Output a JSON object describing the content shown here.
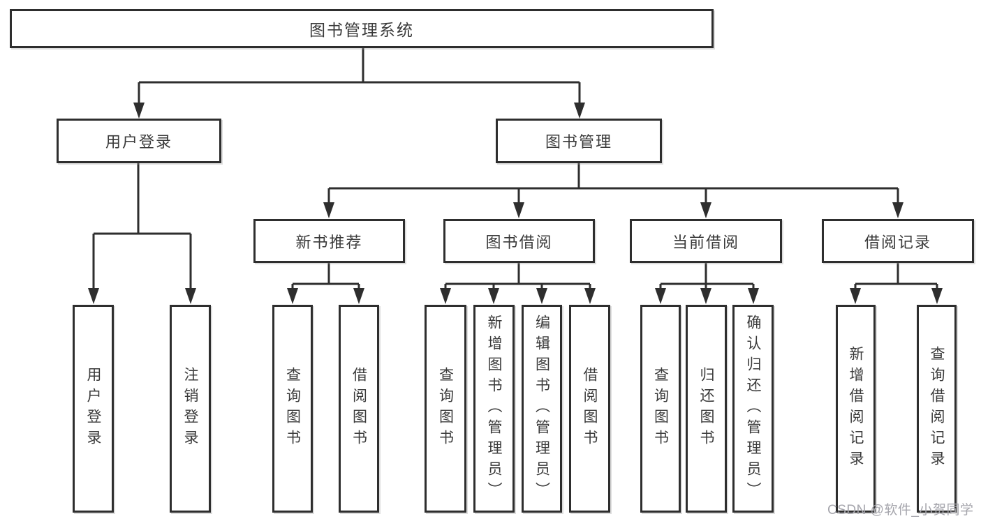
{
  "diagram": {
    "tree": {
      "label": "图书管理系统",
      "children": [
        {
          "label": "用户登录",
          "children": [
            {
              "label": "用户登录"
            },
            {
              "label": "注销登录"
            }
          ]
        },
        {
          "label": "图书管理",
          "children": [
            {
              "label": "新书推荐",
              "children": [
                {
                  "label": "查询图书"
                },
                {
                  "label": "借阅图书"
                }
              ]
            },
            {
              "label": "图书借阅",
              "children": [
                {
                  "label": "查询图书"
                },
                {
                  "label": "新增图书（管理员）"
                },
                {
                  "label": "编辑图书（管理员）"
                },
                {
                  "label": "借阅图书"
                }
              ]
            },
            {
              "label": "当前借阅",
              "children": [
                {
                  "label": "查询图书"
                },
                {
                  "label": "归还图书"
                },
                {
                  "label": "确认归还（管理员）"
                }
              ]
            },
            {
              "label": "借阅记录",
              "children": [
                {
                  "label": "新增借阅记录"
                },
                {
                  "label": "查询借阅记录"
                }
              ]
            }
          ]
        }
      ]
    },
    "colors": {
      "line": "#2e2e2e",
      "box_border": "#2e2e2e",
      "box_fill": "#ffffff",
      "text": "#3a3a3a",
      "watermark": "#a5a5ac",
      "background": "#ffffff"
    }
  },
  "watermark": {
    "text": "CSDN @软件_小贺同学"
  }
}
